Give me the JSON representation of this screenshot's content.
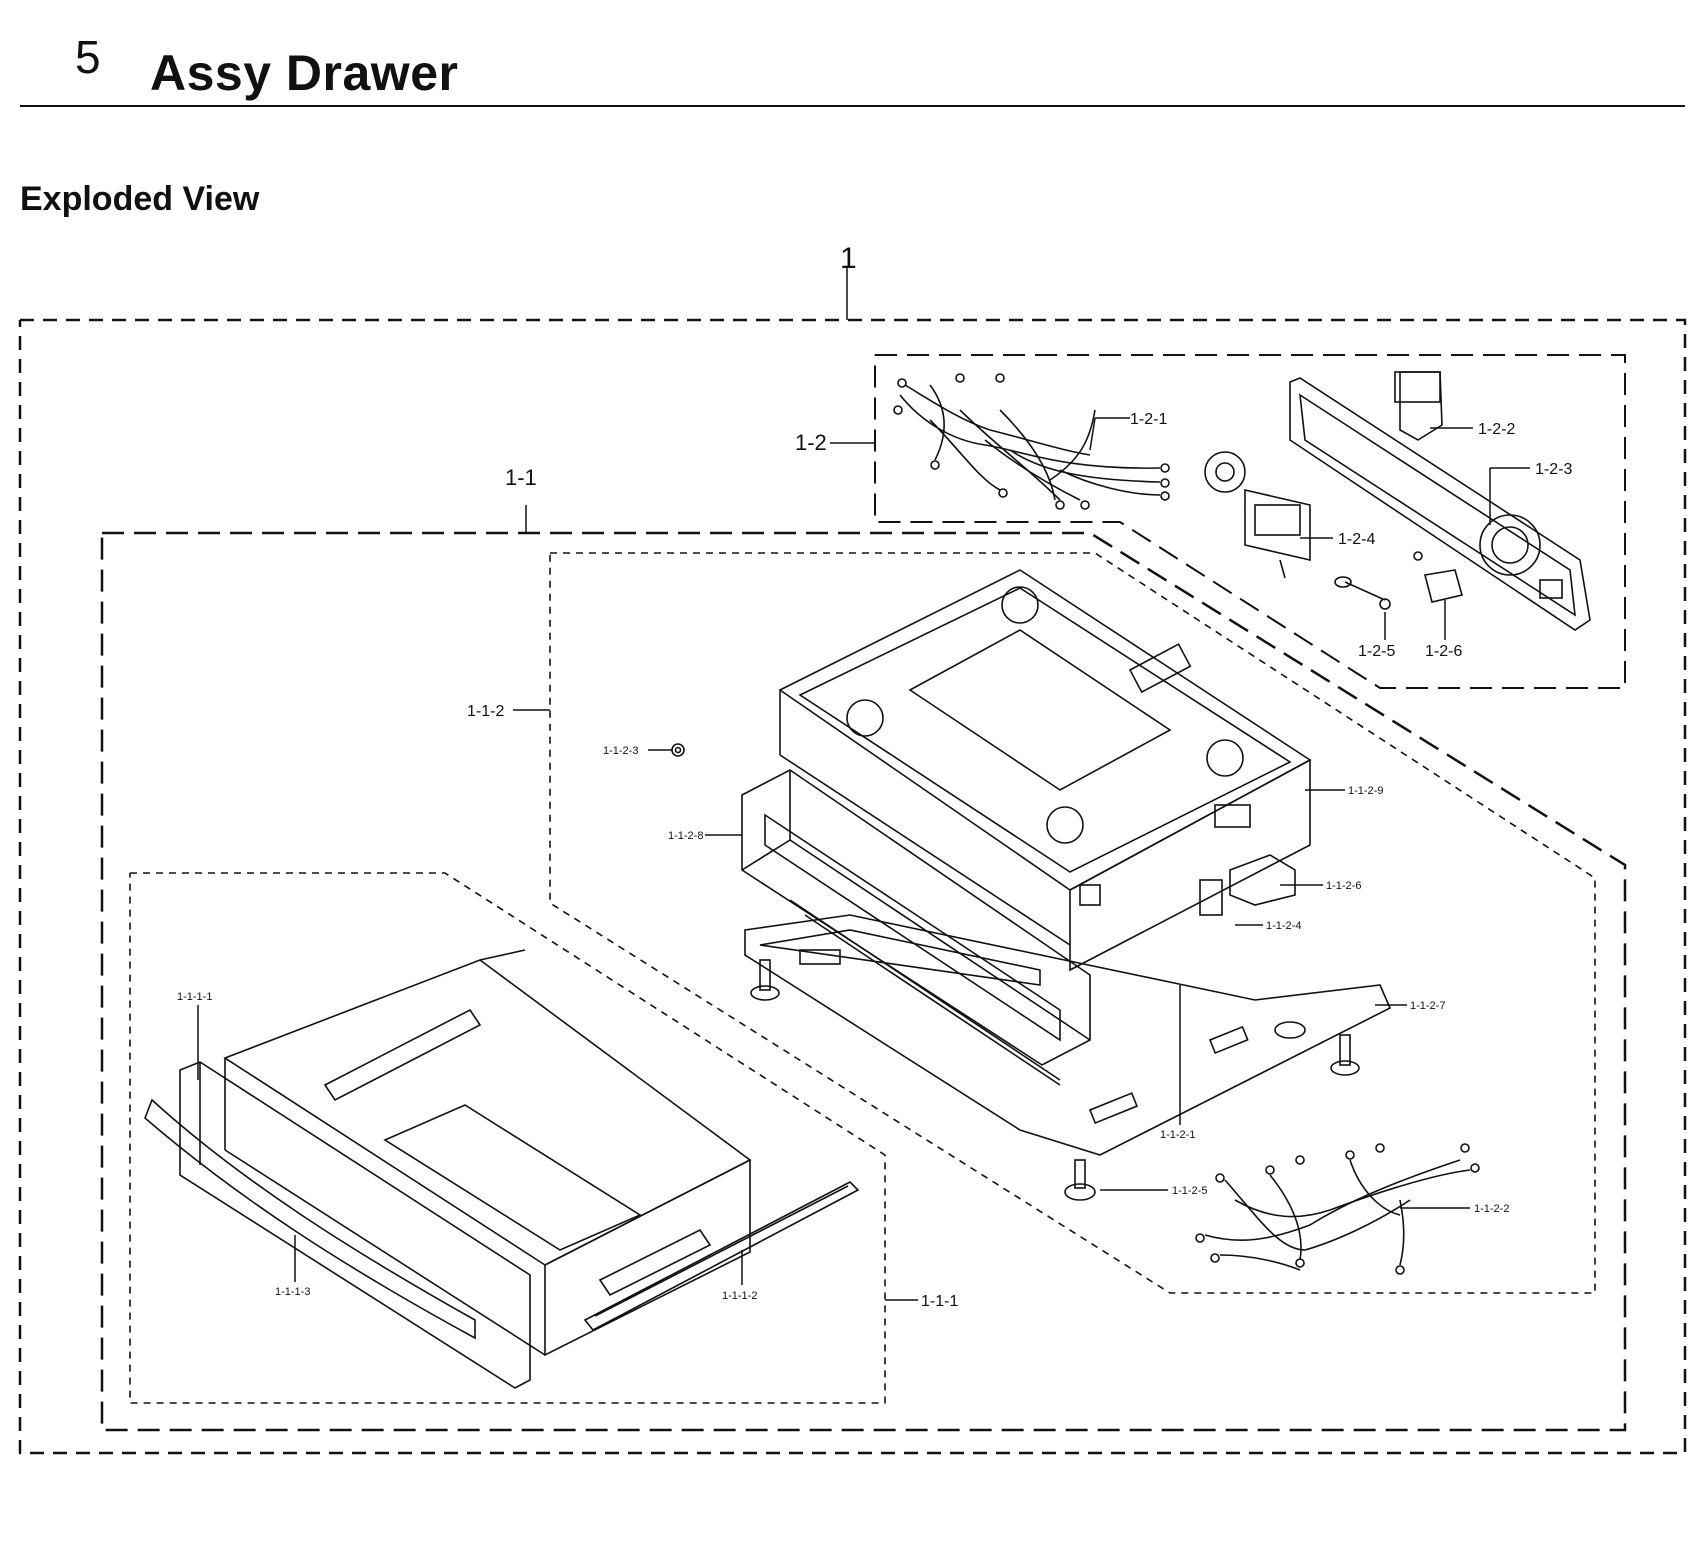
{
  "header": {
    "section_number": "5",
    "title": "Assy Drawer"
  },
  "subtitle": "Exploded View",
  "callouts": [
    {
      "id": "c1",
      "text": "1"
    },
    {
      "id": "c11",
      "text": "1-1"
    },
    {
      "id": "c12",
      "text": "1-2"
    },
    {
      "id": "c121",
      "text": "1-2-1"
    },
    {
      "id": "c122",
      "text": "1-2-2"
    },
    {
      "id": "c123",
      "text": "1-2-3"
    },
    {
      "id": "c124",
      "text": "1-2-4"
    },
    {
      "id": "c125",
      "text": "1-2-5"
    },
    {
      "id": "c126",
      "text": "1-2-6"
    },
    {
      "id": "c112",
      "text": "1-1-2"
    },
    {
      "id": "c1123",
      "text": "1-1-2-3"
    },
    {
      "id": "c1129",
      "text": "1-1-2-9"
    },
    {
      "id": "c1128",
      "text": "1-1-2-8"
    },
    {
      "id": "c1126",
      "text": "1-1-2-6"
    },
    {
      "id": "c1124",
      "text": "1-1-2-4"
    },
    {
      "id": "c1127",
      "text": "1-1-2-7"
    },
    {
      "id": "c1121",
      "text": "1-1-2-1"
    },
    {
      "id": "c1125",
      "text": "1-1-2-5"
    },
    {
      "id": "c1122",
      "text": "1-1-2-2"
    },
    {
      "id": "c1111",
      "text": "1-1-1-1"
    },
    {
      "id": "c1113",
      "text": "1-1-1-3"
    },
    {
      "id": "c1112",
      "text": "1-1-1-2"
    },
    {
      "id": "c111",
      "text": "1-1-1"
    }
  ]
}
